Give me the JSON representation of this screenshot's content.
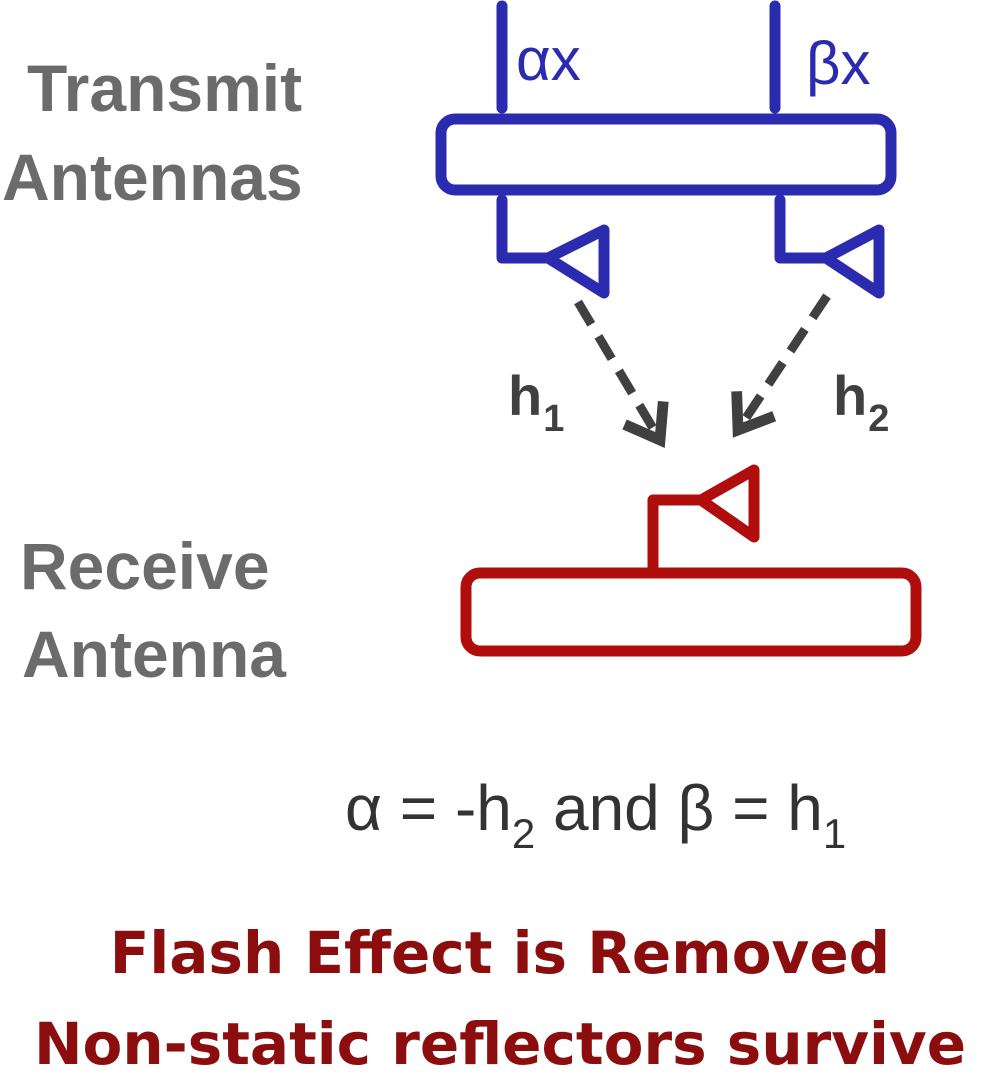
{
  "labels": {
    "transmit_line1": "Transmit",
    "transmit_line2": "Antennas",
    "receive_line1": "Receive",
    "receive_line2": "Antenna"
  },
  "signals": {
    "left": "αx",
    "right": "βx"
  },
  "channels": {
    "h1_base": "h",
    "h1_sub": "1",
    "h2_base": "h",
    "h2_sub": "2"
  },
  "equation": {
    "part1": "α = -h",
    "sub1": "2",
    "part2": " and β = h",
    "sub2": "1"
  },
  "conclusion": {
    "line1": "Flash Effect is Removed",
    "line2": "Non-static reflectors survive"
  },
  "colors": {
    "transmit": "#2b2bb0",
    "receive": "#b00d0d",
    "arrows": "#404040",
    "labels": "#6b6b6b",
    "conclusion": "#8b0d0d"
  }
}
